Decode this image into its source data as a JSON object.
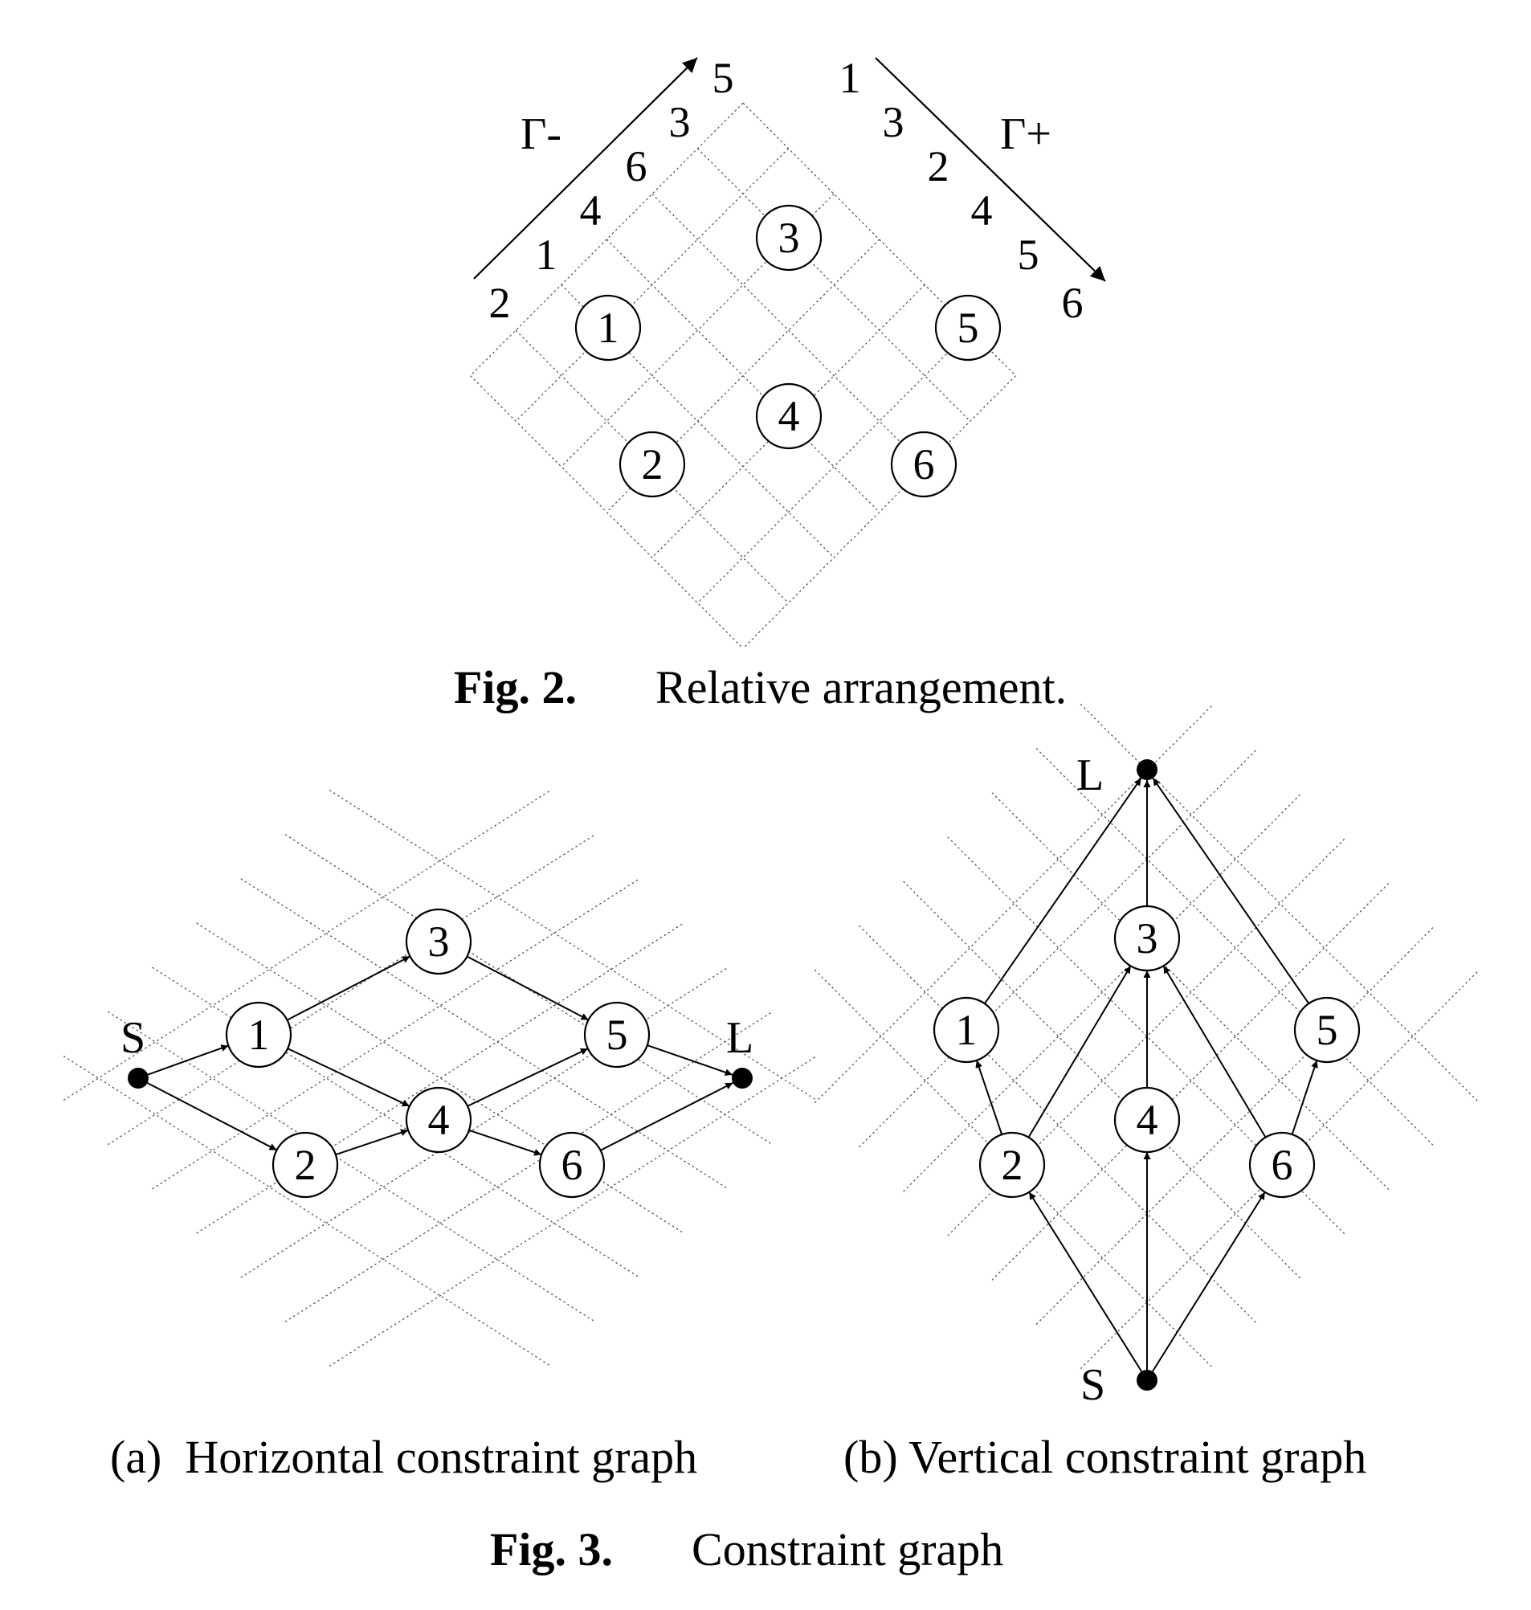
{
  "fig2": {
    "gamma_minus": "Γ-",
    "gamma_plus": "Γ+",
    "sequence_minus": [
      "2",
      "1",
      "4",
      "6",
      "3",
      "5"
    ],
    "sequence_plus": [
      "1",
      "3",
      "2",
      "4",
      "5",
      "6"
    ],
    "modules": [
      "1",
      "2",
      "3",
      "4",
      "5",
      "6"
    ],
    "caption_label": "Fig. 2.",
    "caption_text": "Relative arrangement."
  },
  "fig3": {
    "horizontal": {
      "source_label": "S",
      "sink_label": "L",
      "modules": [
        "1",
        "2",
        "3",
        "4",
        "5",
        "6"
      ],
      "edges": [
        [
          "S",
          "1"
        ],
        [
          "S",
          "2"
        ],
        [
          "1",
          "3"
        ],
        [
          "1",
          "4"
        ],
        [
          "2",
          "4"
        ],
        [
          "3",
          "5"
        ],
        [
          "4",
          "5"
        ],
        [
          "4",
          "6"
        ],
        [
          "5",
          "L"
        ],
        [
          "6",
          "L"
        ]
      ],
      "subcaption": "(a)  Horizontal constraint graph"
    },
    "vertical": {
      "source_label": "S",
      "sink_label": "L",
      "modules": [
        "1",
        "2",
        "3",
        "4",
        "5",
        "6"
      ],
      "edges": [
        [
          "S",
          "2"
        ],
        [
          "S",
          "4"
        ],
        [
          "S",
          "6"
        ],
        [
          "2",
          "1"
        ],
        [
          "2",
          "3"
        ],
        [
          "4",
          "3"
        ],
        [
          "6",
          "3"
        ],
        [
          "6",
          "5"
        ],
        [
          "1",
          "L"
        ],
        [
          "3",
          "L"
        ],
        [
          "5",
          "L"
        ]
      ],
      "subcaption": "(b) Vertical constraint graph"
    },
    "caption_label": "Fig. 3.",
    "caption_text": "Constraint graph"
  }
}
